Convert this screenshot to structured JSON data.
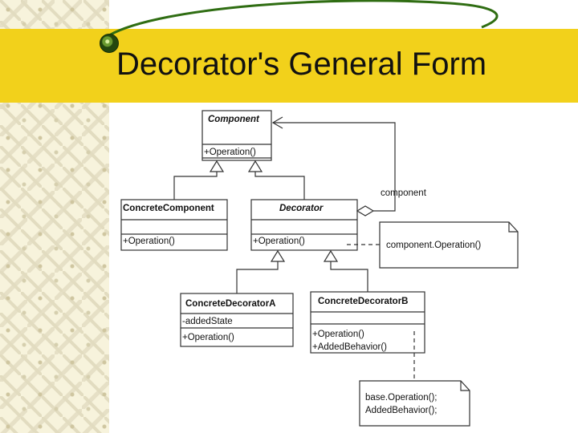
{
  "slide": {
    "title": "Decorator's General Form"
  },
  "diagram": {
    "classes": {
      "component": {
        "name": "Component",
        "members": [
          "+Operation()"
        ]
      },
      "concrete_component": {
        "name": "ConcreteComponent",
        "members": [
          "+Operation()"
        ]
      },
      "decorator": {
        "name": "Decorator",
        "members": [
          "+Operation()"
        ]
      },
      "concrete_decorator_a": {
        "name": "ConcreteDecoratorA",
        "attributes": [
          "-addedState"
        ],
        "members": [
          "+Operation()"
        ]
      },
      "concrete_decorator_b": {
        "name": "ConcreteDecoratorB",
        "members": [
          "+Operation()",
          "+AddedBehavior()"
        ]
      }
    },
    "association_label": "component",
    "notes": {
      "decorator_note": [
        "component.Operation()"
      ],
      "decorator_b_note": [
        "base.Operation();",
        "AddedBehavior();"
      ]
    }
  },
  "colors": {
    "title_band": "#f2d11b",
    "swoosh": "#2f6d12",
    "left_strip": "#f7f3dc"
  }
}
